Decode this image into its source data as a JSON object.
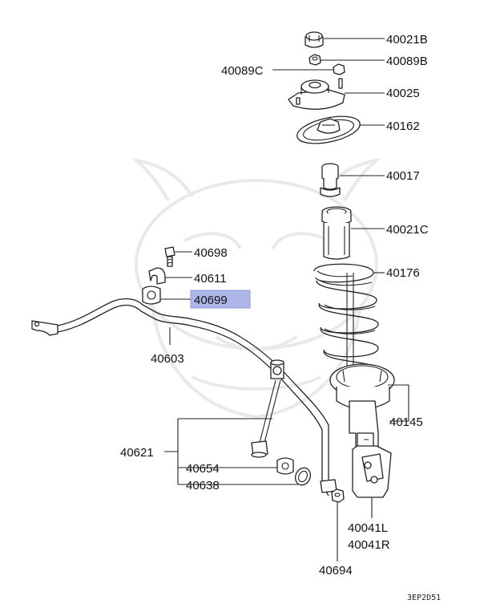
{
  "diagram": {
    "parts": [
      {
        "id": "40021B",
        "label": "40021B",
        "highlighted": false
      },
      {
        "id": "40089B",
        "label": "40089B",
        "highlighted": false
      },
      {
        "id": "40089C",
        "label": "40089C",
        "highlighted": false
      },
      {
        "id": "40025",
        "label": "40025",
        "highlighted": false
      },
      {
        "id": "40162",
        "label": "40162",
        "highlighted": false
      },
      {
        "id": "40017",
        "label": "40017",
        "highlighted": false
      },
      {
        "id": "40021C",
        "label": "40021C",
        "highlighted": false
      },
      {
        "id": "40176",
        "label": "40176",
        "highlighted": false
      },
      {
        "id": "40698",
        "label": "40698",
        "highlighted": false
      },
      {
        "id": "40611",
        "label": "40611",
        "highlighted": false
      },
      {
        "id": "40699",
        "label": "40699",
        "highlighted": true
      },
      {
        "id": "40603",
        "label": "40603",
        "highlighted": false
      },
      {
        "id": "40145",
        "label": "40145",
        "highlighted": false
      },
      {
        "id": "40621",
        "label": "40621",
        "highlighted": false
      },
      {
        "id": "40654",
        "label": "40654",
        "highlighted": false
      },
      {
        "id": "40638",
        "label": "40638",
        "highlighted": false
      },
      {
        "id": "40041L",
        "label": "40041L",
        "highlighted": false
      },
      {
        "id": "40041R",
        "label": "40041R",
        "highlighted": false
      },
      {
        "id": "40694",
        "label": "40694",
        "highlighted": false
      }
    ],
    "diagram_code": "3EP2D51",
    "highlight_color": "#aeb8e8"
  }
}
